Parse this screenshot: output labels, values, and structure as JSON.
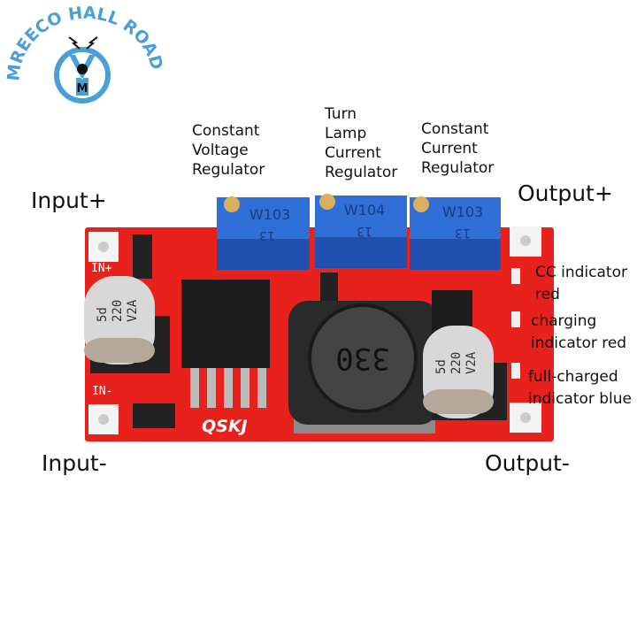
{
  "logo": {
    "text": "MREECO HALL ROAD",
    "letter": "M",
    "color": "#4a9fd8"
  },
  "labels": {
    "input_plus": "Input+",
    "input_minus": "Input-",
    "output_plus": "Output+",
    "output_minus": "Output-",
    "cv_regulator": "Constant\nVoltage\nRegulator",
    "lamp_regulator": "Turn\nLamp\nCurrent\nRegulator",
    "cc_regulator": "Constant\nCurrent\nRegulator",
    "cc_indicator": "CC indicator\nred",
    "charging_indicator": "charging\nindicator red",
    "full_indicator": "full-charged\nindicator blue"
  },
  "board": {
    "pcb_color": "#e8211c",
    "pot_color": "#2f6fd6",
    "pots": [
      {
        "code": "W103",
        "sub": "13"
      },
      {
        "code": "W104",
        "sub": "13"
      },
      {
        "code": "W103",
        "sub": "13"
      }
    ],
    "silk_in_plus": "IN+",
    "silk_in_minus": "IN-",
    "capacitor_text": [
      "5d",
      "220",
      "V2A"
    ],
    "inductor_text": "330",
    "brand": "QSKJ"
  }
}
